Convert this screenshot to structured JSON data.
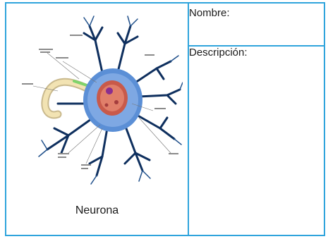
{
  "worksheet": {
    "caption": "Neurona",
    "name_label": "Nombre:",
    "description_label": "Descripción:",
    "border_color": "#2fa4dc"
  },
  "illustration": {
    "icon": "neuron-diagram-icon",
    "colors": {
      "dendrite": "#0e2f5e",
      "soma": "#5b8fd6",
      "nucleus": "#c85a4a",
      "nucleolus": "#8a2e8f",
      "axon": "#f2e3b3"
    }
  }
}
